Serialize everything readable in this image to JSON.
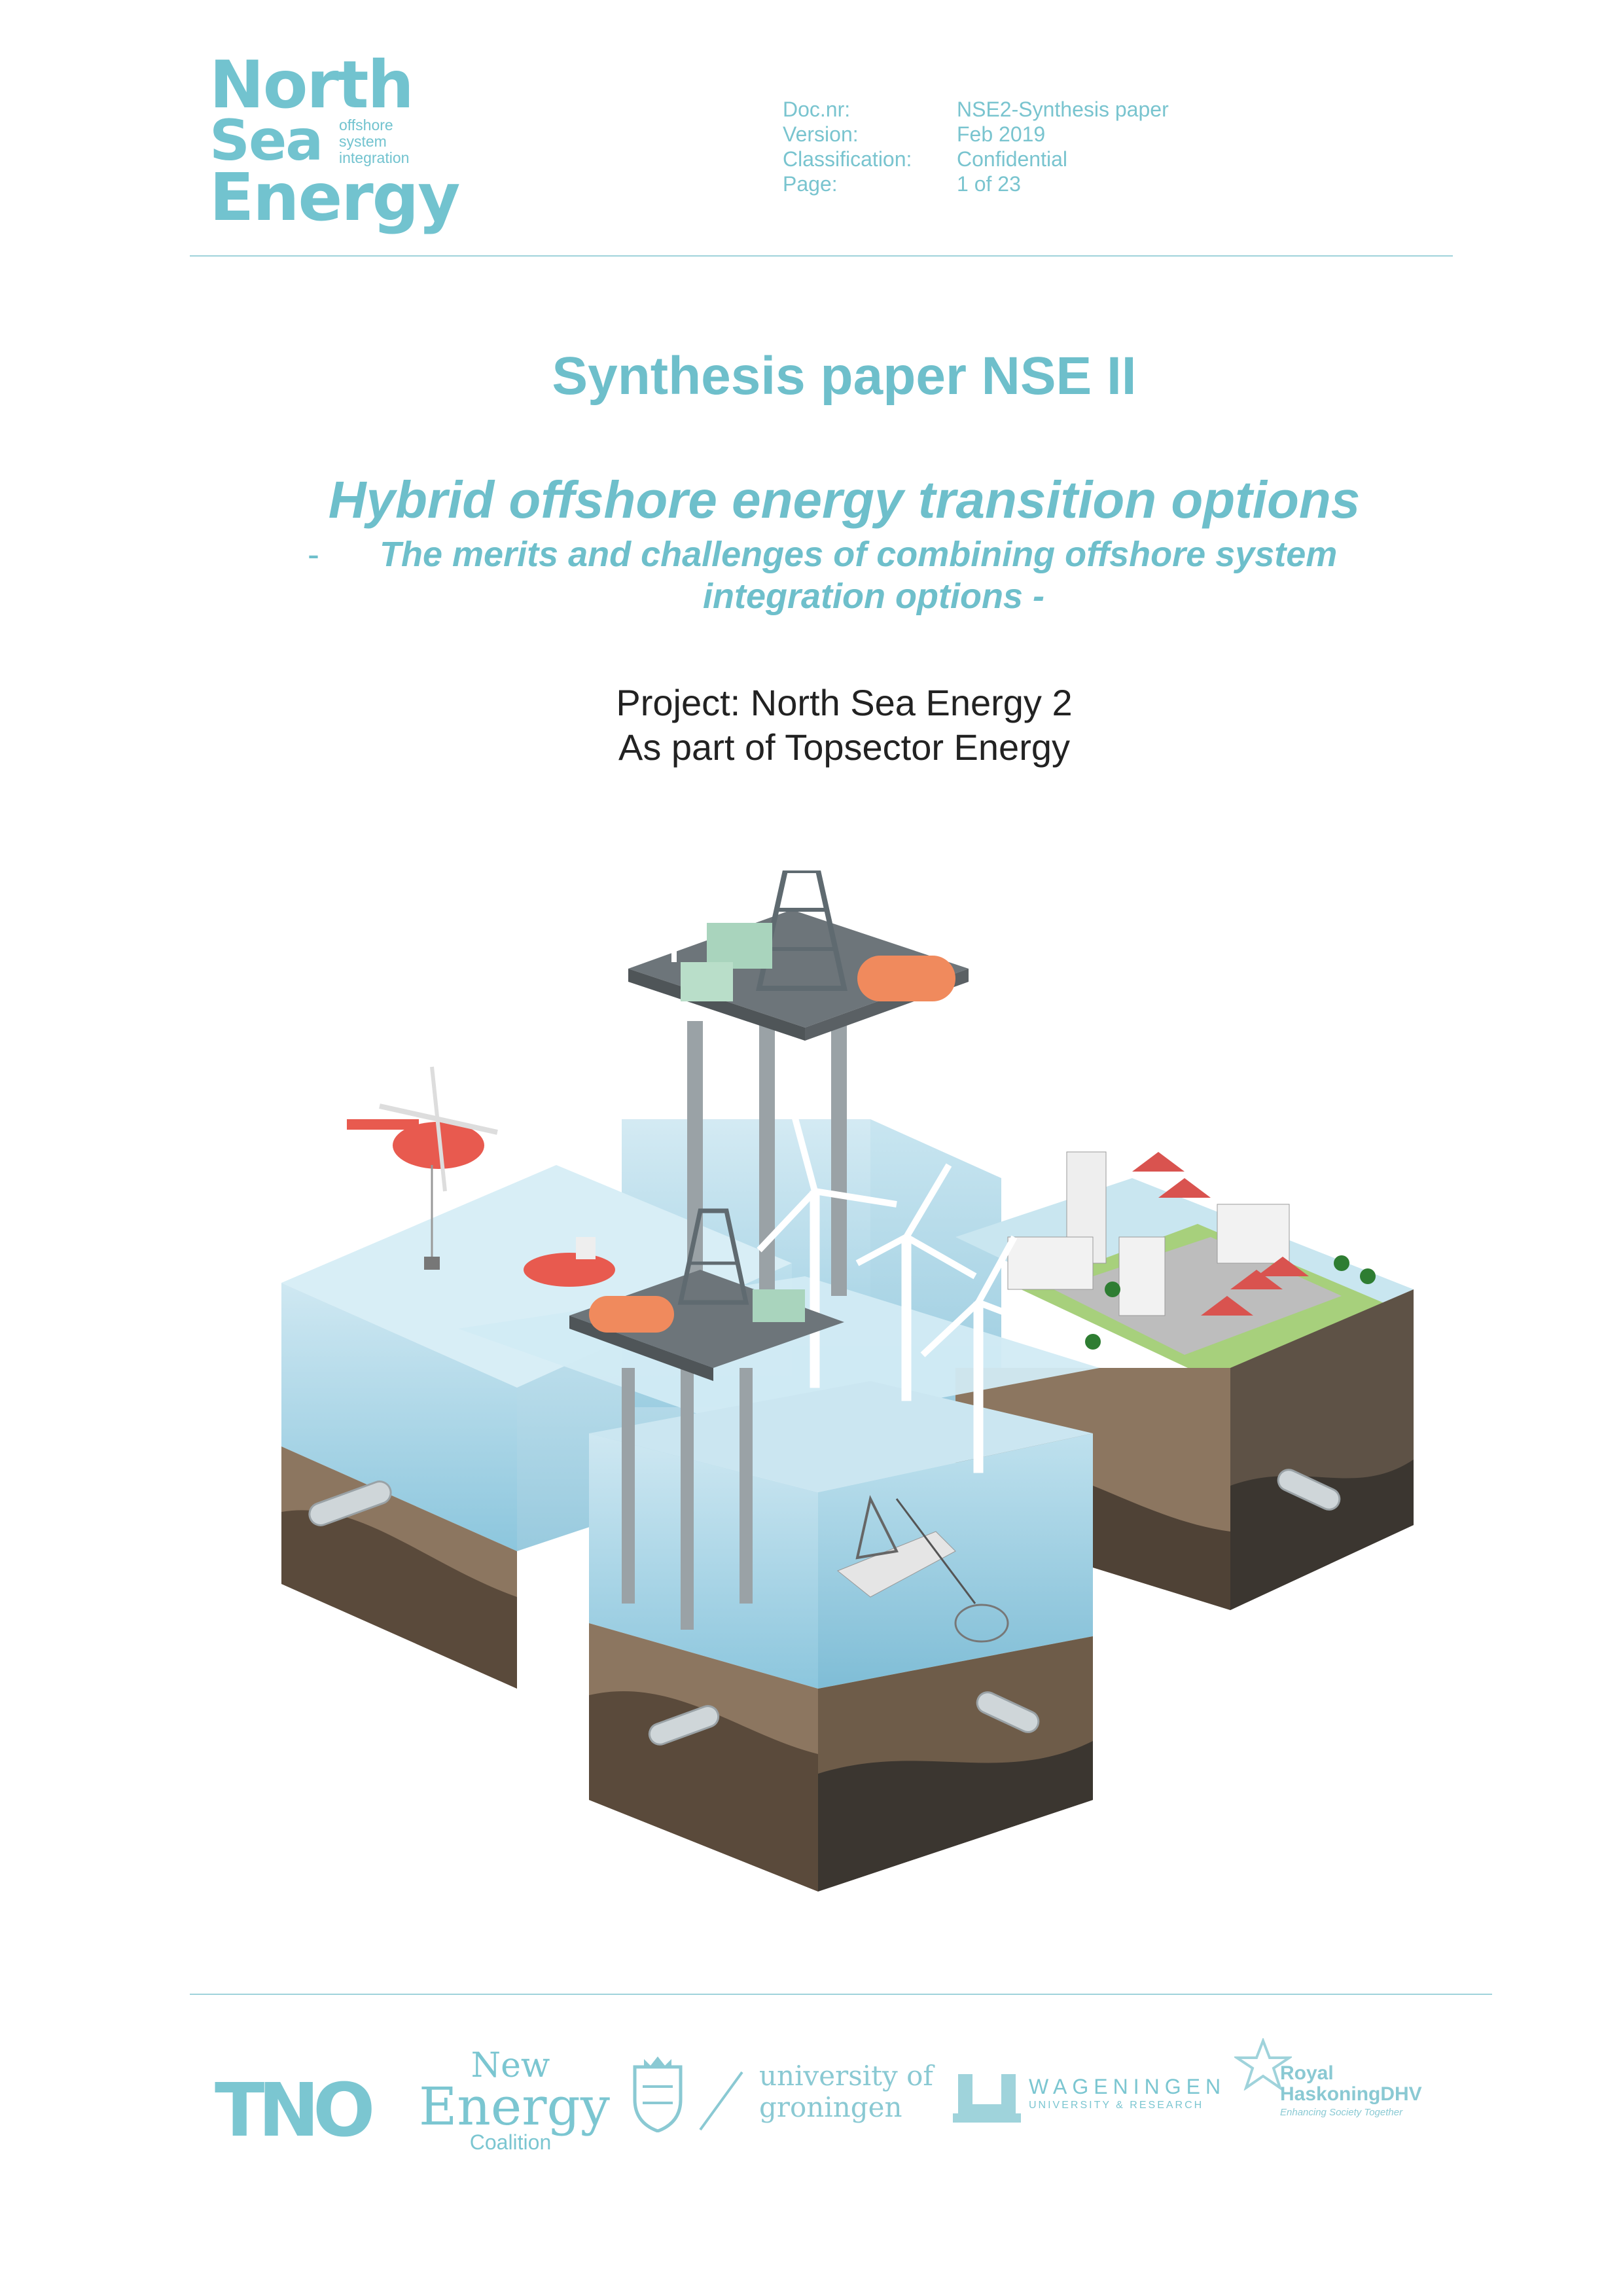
{
  "header": {
    "logo": {
      "words": [
        "North",
        "Sea",
        "Energy"
      ],
      "tagline": [
        "offshore",
        "system",
        "integration"
      ]
    },
    "doc_info": [
      {
        "label": "Doc.nr:",
        "value": "NSE2-Synthesis paper"
      },
      {
        "label": "Version:",
        "value": "Feb  2019"
      },
      {
        "label": "Classification:",
        "value": "Confidential"
      },
      {
        "label": "Page:",
        "value": "1 of 23"
      }
    ]
  },
  "cover": {
    "title": "Synthesis paper NSE II",
    "subtitle": "Hybrid offshore energy transition options",
    "tagline_dash": "-",
    "tagline_line1": "The merits and challenges of combining offshore system",
    "tagline_line2": "integration options  -",
    "project_line1": "Project: North Sea Energy 2",
    "project_line2": "As part of Topsector Energy"
  },
  "illustration": {
    "description_icon": "offshore-energy-hub-illustration"
  },
  "partners": {
    "tno": "TNO",
    "nec": {
      "line1": "New",
      "line2": "Energy",
      "line3": "Coalition"
    },
    "rug": {
      "line1": "university of",
      "line2": "groningen"
    },
    "wur": {
      "line1": "WAGENINGEN",
      "line2": "UNIVERSITY & RESEARCH"
    },
    "rhd": {
      "line1": "Royal",
      "line2": "HaskoningDHV",
      "line3": "Enhancing Society Together"
    }
  },
  "colors": {
    "accent": "#6ebfcb",
    "text_dark": "#222222",
    "water": "#9fd2e4",
    "soil": "#8c7660"
  }
}
